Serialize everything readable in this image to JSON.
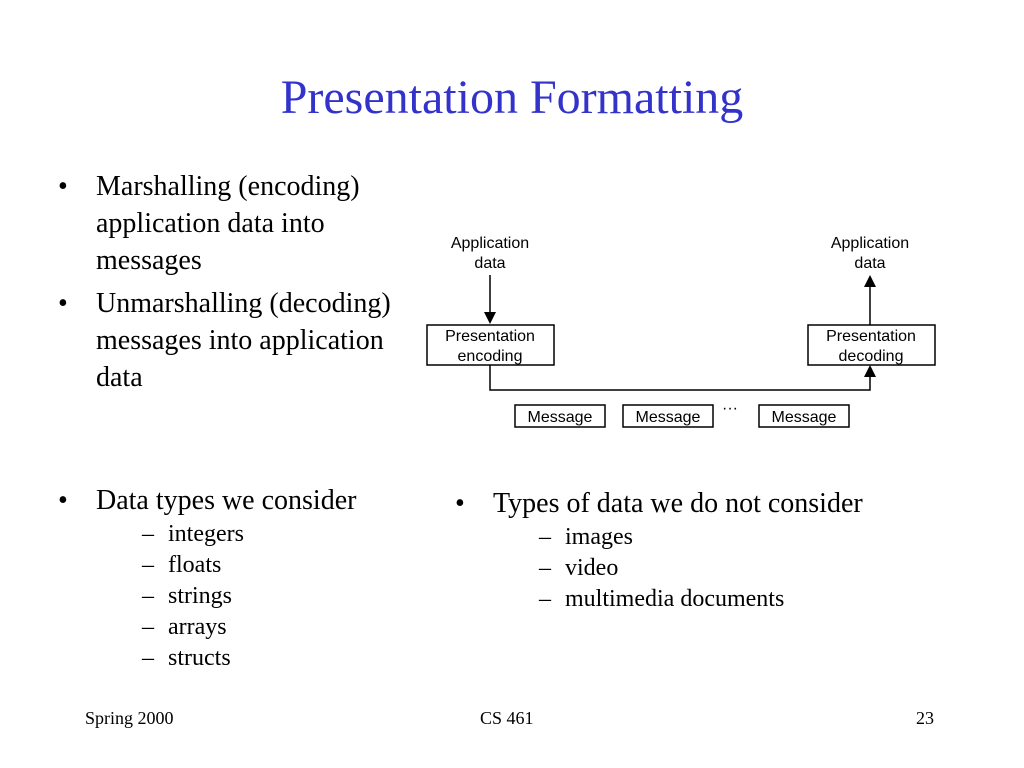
{
  "slide": {
    "title": "Presentation Formatting",
    "bullets_top": [
      {
        "marker": "•",
        "text": "Marshalling (encoding) application data into messages"
      },
      {
        "marker": "•",
        "text": "Unmarshalling (decoding) messages into application data"
      }
    ],
    "bullets_left": {
      "marker": "•",
      "text": "Data types we consider",
      "sub_marker": "–",
      "items": [
        "integers",
        "floats",
        "strings",
        "arrays",
        "structs"
      ]
    },
    "bullets_right": {
      "marker": "•",
      "text": "Types of data we do not consider",
      "sub_marker": "–",
      "items": [
        "images",
        "video",
        "multimedia documents"
      ]
    }
  },
  "diagram": {
    "app_data_left": [
      "Application",
      "data"
    ],
    "app_data_right": [
      "Application",
      "data"
    ],
    "encoder": [
      "Presentation",
      "encoding"
    ],
    "decoder": [
      "Presentation",
      "decoding"
    ],
    "messages": [
      "Message",
      "Message",
      "Message"
    ],
    "ellipsis": "···"
  },
  "footer": {
    "left": "Spring 2000",
    "center": "CS 461",
    "right": "23"
  },
  "colors": {
    "title": "#3333cc",
    "text": "#000000",
    "background": "#ffffff"
  }
}
